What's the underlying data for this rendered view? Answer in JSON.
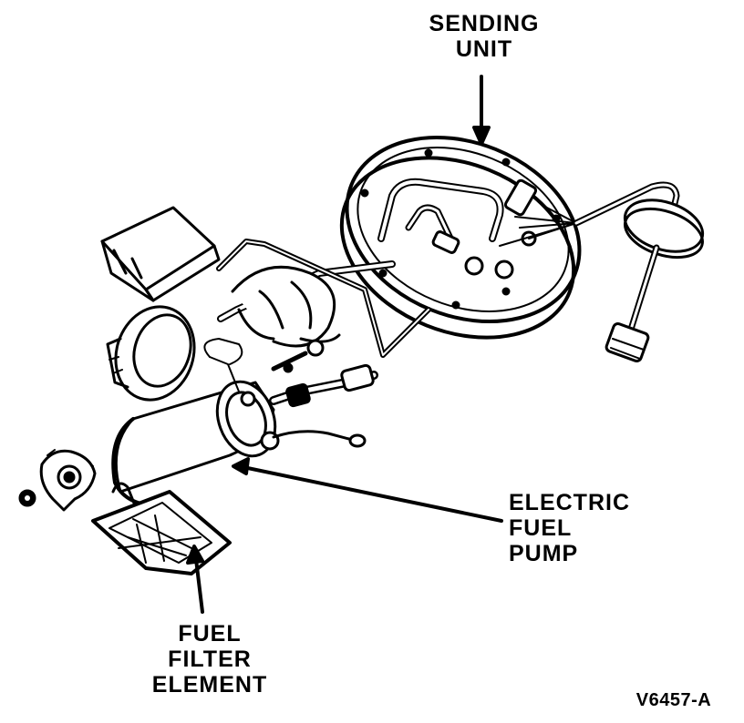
{
  "labels": {
    "sending_unit": [
      "SENDING",
      "UNIT"
    ],
    "electric_fuel_pump": [
      "ELECTRIC",
      "FUEL",
      "PUMP"
    ],
    "fuel_filter_element": [
      "FUEL",
      "FILTER",
      "ELEMENT"
    ]
  },
  "figure_code": "V6457-A"
}
